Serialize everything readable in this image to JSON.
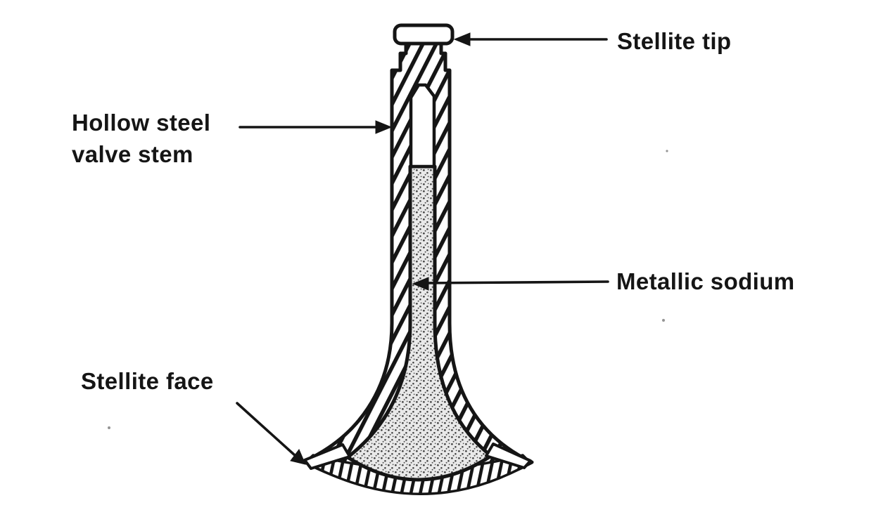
{
  "figure": {
    "description_colors": {
      "paper_background": "#ffffff",
      "ink": "#151515",
      "sodium_stipple_background": "#e9e9e9",
      "sodium_stipple_dot": "#3c3c3c"
    }
  },
  "callouts": {
    "stellite_tip": {
      "label": "Stellite tip"
    },
    "hollow_stem": {
      "label": "Hollow steel\nvalve stem"
    },
    "metallic_sodium": {
      "label": "Metallic sodium"
    },
    "stellite_face": {
      "label": "Stellite face"
    }
  }
}
